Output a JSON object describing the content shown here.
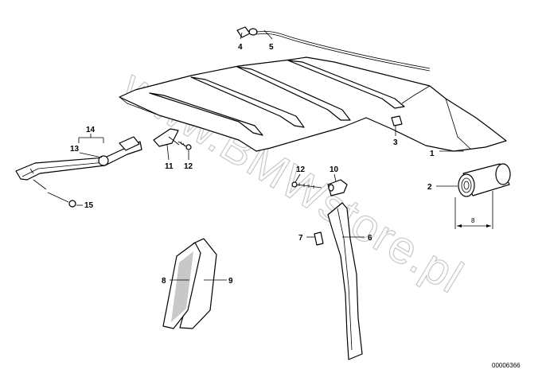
{
  "diagram": {
    "callouts": [
      "1",
      "2",
      "3",
      "4",
      "5",
      "6",
      "7",
      "8",
      "9",
      "10",
      "11",
      "12",
      "12",
      "13",
      "14",
      "15"
    ],
    "dimension_label": "8",
    "drawing_number": "00006366",
    "watermark": "www.BMWstore.pl"
  }
}
